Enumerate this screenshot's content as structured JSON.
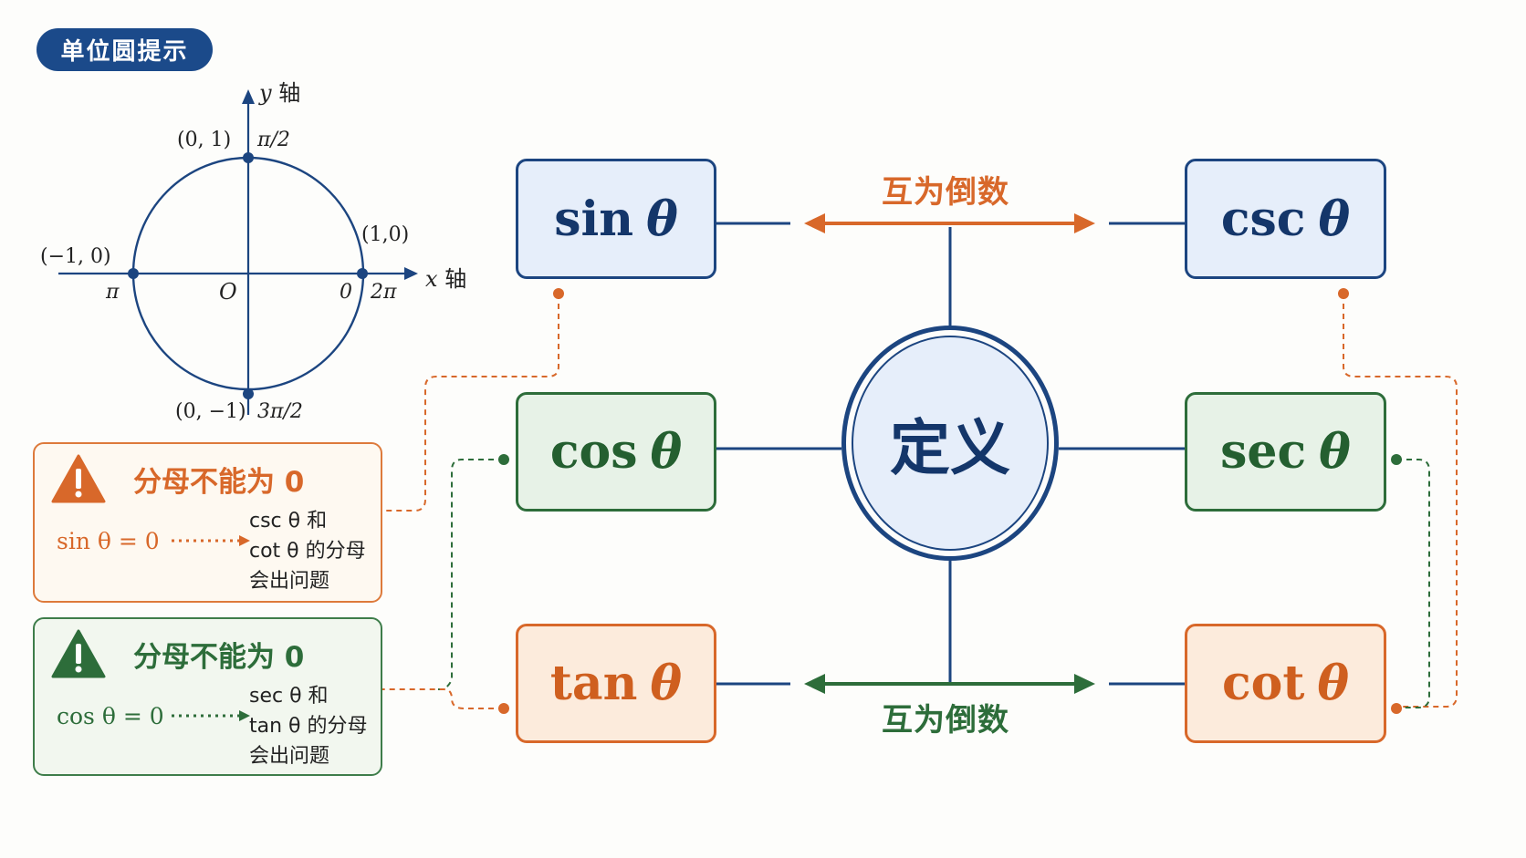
{
  "title": "单位圆提示",
  "unit_circle": {
    "y_axis_var": "y",
    "y_axis_word": "轴",
    "x_axis_var": "x",
    "x_axis_word": "轴",
    "points": {
      "top": "(0, 1)",
      "right": "(1,0)",
      "left": "(−1, 0)",
      "bottom": "(0, −1)"
    },
    "angles": {
      "top": "π/2",
      "right_zero": "0",
      "right_two_pi": "2π",
      "left": "π",
      "bottom": "3π/2"
    },
    "origin": "O"
  },
  "functions": {
    "sin": "sin",
    "csc": "csc",
    "cos": "cos",
    "sec": "sec",
    "tan": "tan",
    "cot": "cot",
    "theta": "θ"
  },
  "center_label": "定义",
  "reciprocal_top": "互为倒数",
  "reciprocal_bottom": "互为倒数",
  "warnings": [
    {
      "title": "分母不能为 0",
      "condition": "sin θ = 0",
      "line1": "csc θ 和",
      "line2": "cot θ 的分母",
      "line3": "会出问题"
    },
    {
      "title": "分母不能为 0",
      "condition": "cos θ = 0",
      "line1": "sec θ 和",
      "line2": "tan θ 的分母",
      "line3": "会出问题"
    }
  ],
  "colors": {
    "navy": "#1c4580",
    "orange": "#d8682a",
    "green": "#2d6d3a"
  }
}
